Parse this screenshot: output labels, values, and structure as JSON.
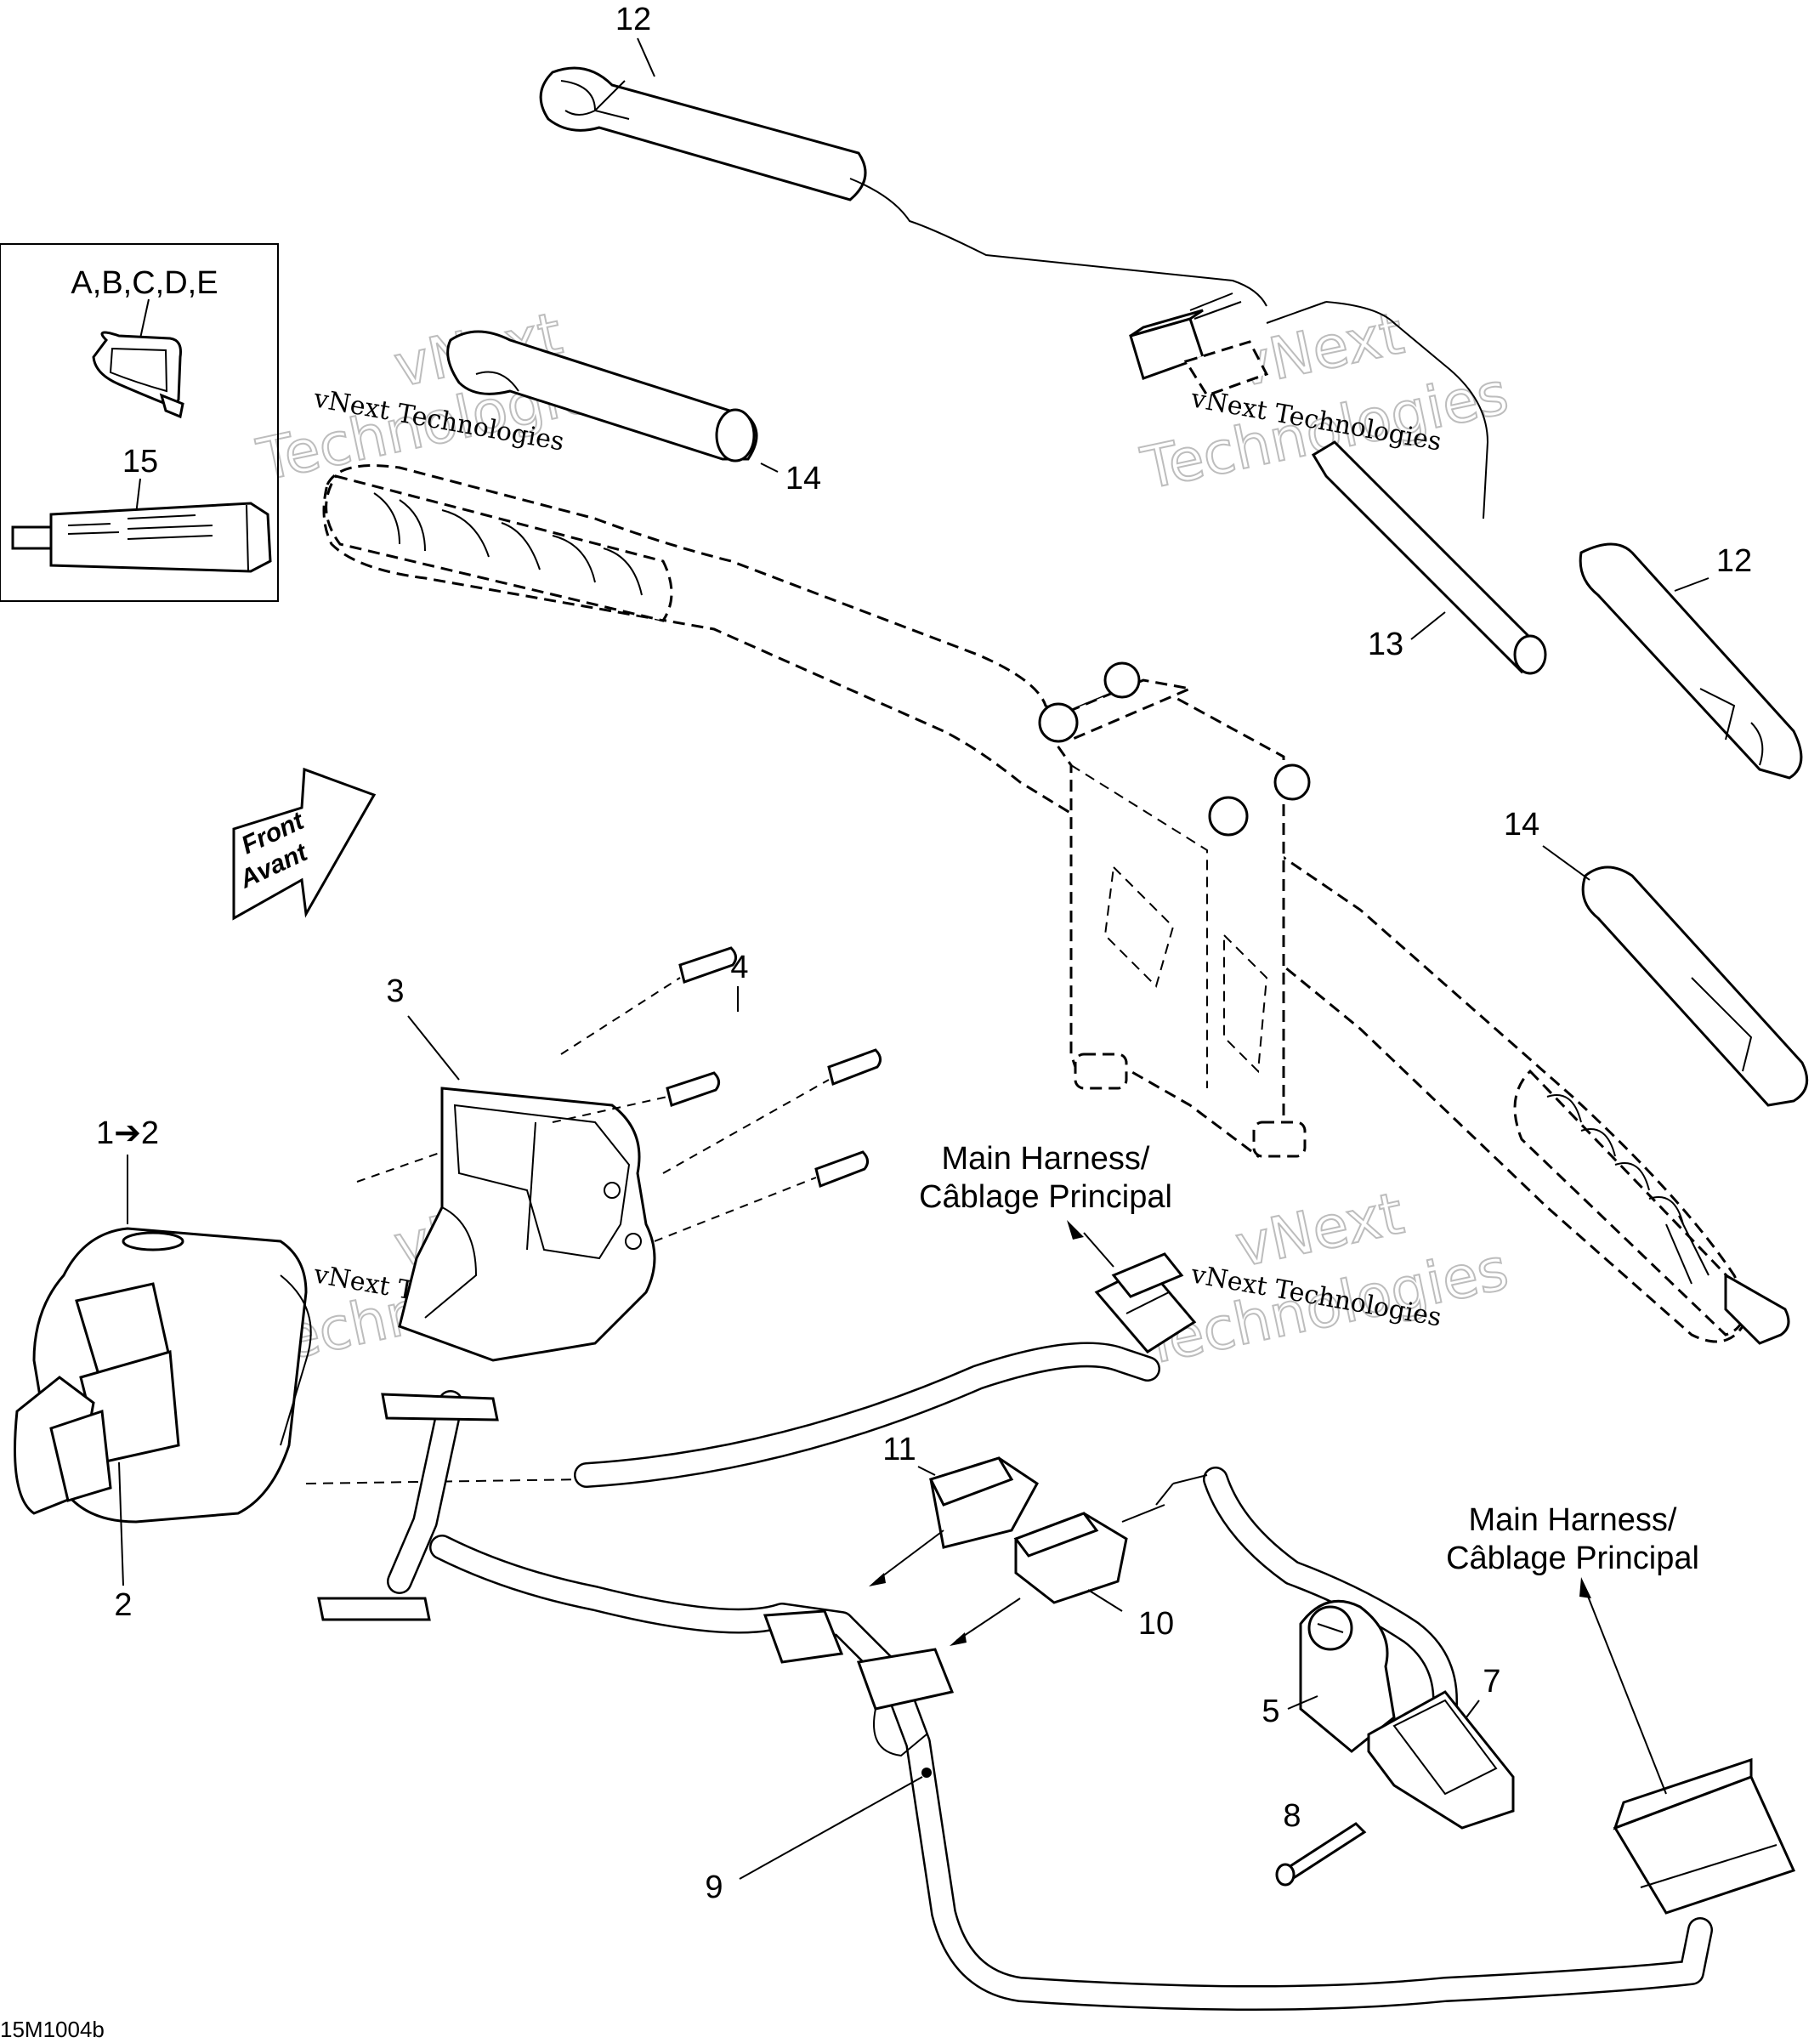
{
  "diagram": {
    "callouts": {
      "n12_top": "12",
      "n14_left": "14",
      "n12_right": "12",
      "n13": "13",
      "n14_right": "14",
      "n4": "4",
      "n3": "3",
      "n1_2": "1➔2",
      "n2": "2",
      "n11": "11",
      "n10": "10",
      "n5": "5",
      "n7": "7",
      "n8": "8",
      "n9": "9",
      "n15": "15",
      "kit": "A,B,C,D,E"
    },
    "harness_label_1": {
      "line1": "Main Harness/",
      "line2": "Câblage Principal"
    },
    "harness_label_2": {
      "line1": "Main Harness/",
      "line2": "Câblage Principal"
    },
    "front_arrow": {
      "line1": "Front",
      "line2": "Avant"
    },
    "watermark": {
      "line1": "vNext Technologies",
      "line2": "vNext",
      "line3": "Technologies"
    },
    "drawing_code": "15M1004b"
  }
}
